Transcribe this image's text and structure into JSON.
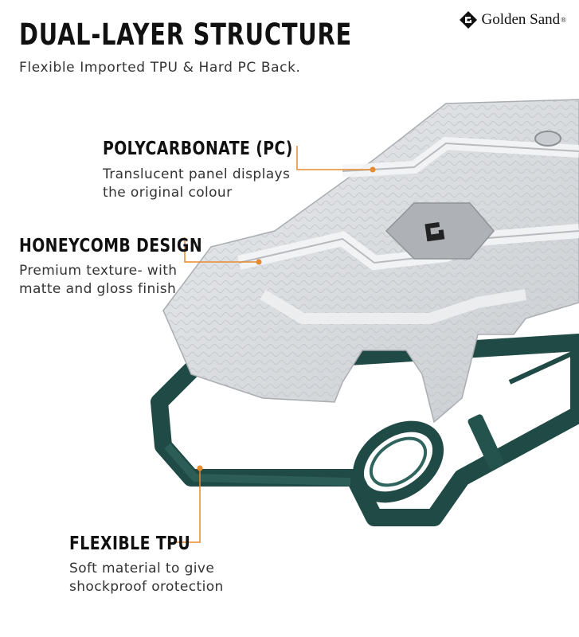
{
  "title": "DUAL-LAYER STRUCTURE",
  "subtitle": "Flexible Imported TPU & Hard PC Back.",
  "brand": {
    "name": "Golden Sand",
    "mark": "®"
  },
  "features": {
    "pc": {
      "heading": "POLYCARBONATE (PC)",
      "line1": "Translucent panel displays",
      "line2": "the original colour"
    },
    "honeycomb": {
      "heading": "HONEYCOMB DESIGN",
      "line1": "Premium texture- with",
      "line2": "matte and gloss finish"
    },
    "tpu": {
      "heading": "FLEXIBLE TPU",
      "line1": "Soft material to give",
      "line2": "shockproof orotection"
    }
  },
  "colors": {
    "accent": "#e88a2e",
    "tpu_green": "#1f4a45",
    "pc_clear": "#d6d9dc"
  },
  "icons": {
    "brand_logo": "golden-sand-logo-icon",
    "camera_logo": "gs-logo-icon"
  }
}
